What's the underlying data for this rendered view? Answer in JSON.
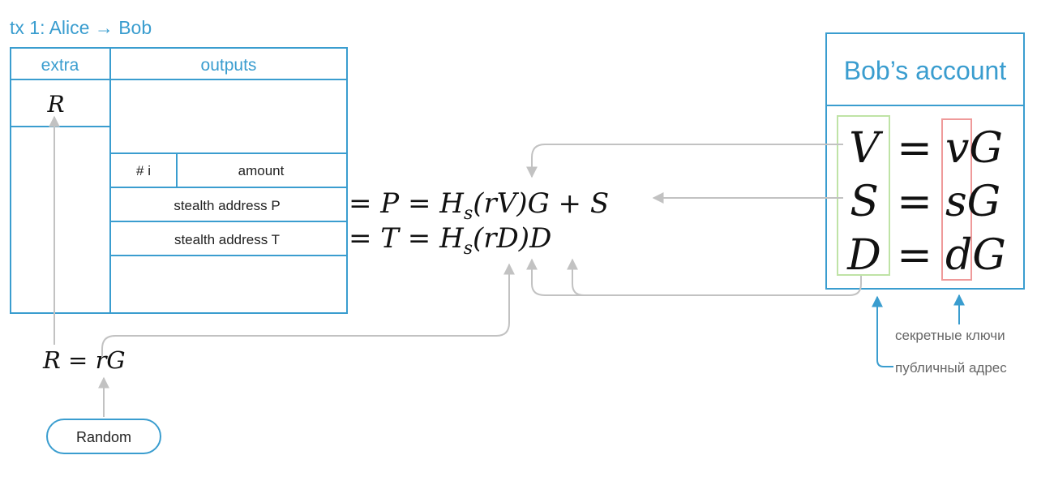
{
  "title": "tx 1: Alice → Bob",
  "table": {
    "col_extra": "extra",
    "col_outputs": "outputs",
    "extra_value": "R",
    "output_index": "# i",
    "output_amount": "amount",
    "stealth_p": "stealth address P",
    "stealth_t": "stealth address T"
  },
  "equations": {
    "p_eq": "= P = H",
    "p_sub": "s",
    "p_rest": "(rV)G + S",
    "t_eq": "= T = H",
    "t_sub": "s",
    "t_rest": "(rD)D",
    "r_eq": "R = rG"
  },
  "random_button": "Random",
  "account": {
    "title": "Bob’s account",
    "rows": [
      {
        "pub": "V",
        "eq": "=",
        "sec": "vG"
      },
      {
        "pub": "S",
        "eq": "=",
        "sec": "sG"
      },
      {
        "pub": "D",
        "eq": "=",
        "sec": "dG"
      }
    ]
  },
  "legend": {
    "secret_keys": "секретные ключи",
    "public_address": "публичный адрес"
  },
  "colors": {
    "accent": "#3a9dcf",
    "connector": "#c2c2c2",
    "public_box": "#bfe3a6",
    "secret_box": "#ef9a9a"
  }
}
